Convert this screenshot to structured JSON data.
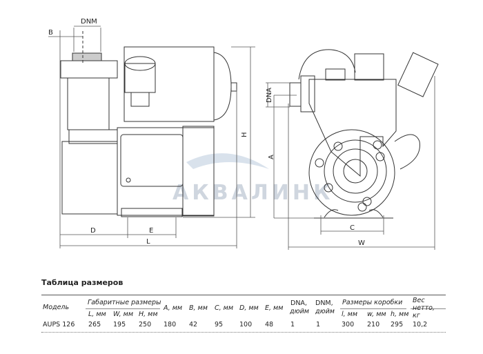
{
  "drawing": {
    "side_labels": {
      "B": "B",
      "DNM": "DNM",
      "H": "H",
      "D": "D",
      "E": "E",
      "L": "L"
    },
    "front_labels": {
      "DNA": "DNA",
      "A": "A",
      "C": "C",
      "W": "W"
    },
    "watermark": "АКВАЛИНК"
  },
  "table": {
    "title": "Таблица размеров",
    "headers": {
      "model": "Модель",
      "overall": "Габаритные размеры",
      "L": "L, мм",
      "W": "W, мм",
      "H": "H, мм",
      "A": "A, мм",
      "B": "B, мм",
      "C": "C, мм",
      "D": "D, мм",
      "E": "E, мм",
      "DNA": "DNA,",
      "DNA_unit": "дюйм",
      "DNM": "DNM,",
      "DNM_unit": "дюйм",
      "box": "Размеры коробки",
      "l": "l, мм",
      "w": "w, мм",
      "h": "h, мм",
      "weight1": "Вес",
      "weight2": "нетто,",
      "weight3": "кг"
    },
    "rows": [
      {
        "model": "AUPS 126",
        "L": "265",
        "W": "195",
        "H": "250",
        "A": "180",
        "B": "42",
        "C": "95",
        "D": "100",
        "E": "48",
        "DNA": "1",
        "DNM": "1",
        "l": "300",
        "w": "210",
        "h": "295",
        "weight": "10,2"
      }
    ]
  }
}
